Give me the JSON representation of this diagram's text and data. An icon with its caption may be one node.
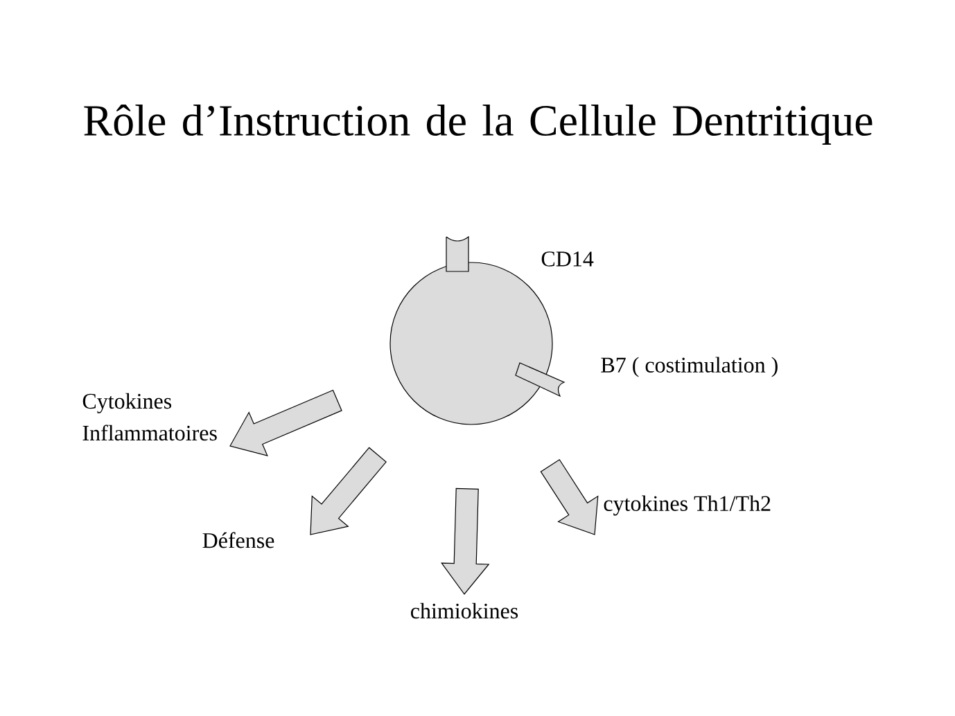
{
  "diagram": {
    "title": "Rôle d’Instruction de la Cellule Dentritique",
    "nodes": [
      {
        "text": [],
        "shape": "circle"
      },
      {
        "text": [
          "Cytokines Inflammatoires"
        ]
      },
      {
        "text": [
          "Défense"
        ]
      },
      {
        "text": [
          "chimiokines"
        ]
      },
      {
        "text": [
          "cytokines Th1/Th2"
        ]
      }
    ],
    "edges": [
      {
        "from": 0,
        "to": 1,
        "arrow": "to"
      },
      {
        "from": 0,
        "to": 2,
        "arrow": "to"
      },
      {
        "from": 0,
        "to": 3,
        "arrow": "to"
      },
      {
        "from": 0,
        "to": 4,
        "arrow": "to"
      }
    ],
    "labels": [
      "CD14",
      "B7 ( costimulation )"
    ]
  }
}
